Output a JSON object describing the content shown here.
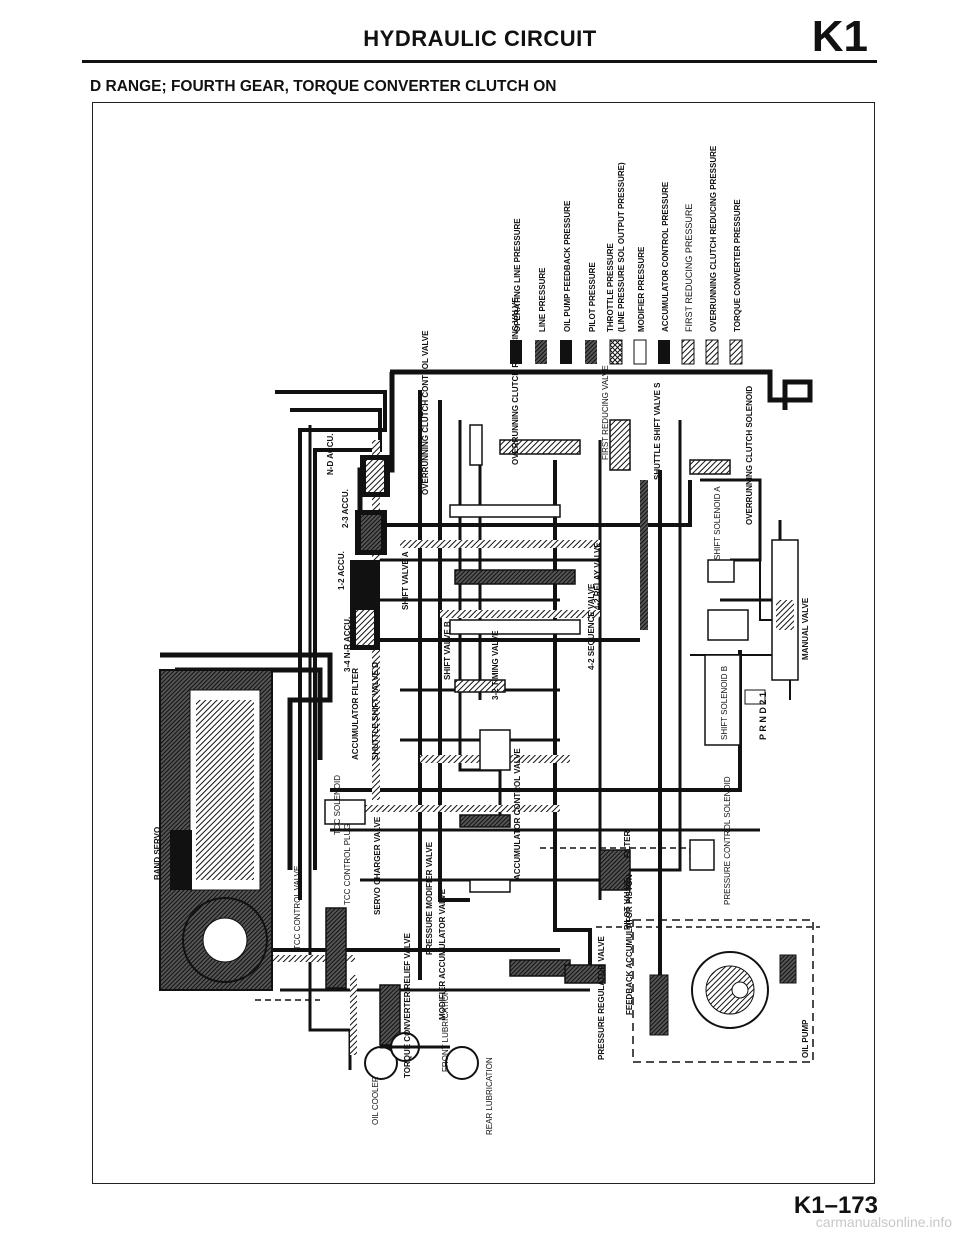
{
  "header": {
    "title": "HYDRAULIC CIRCUIT",
    "section": "K1"
  },
  "subtitle": "D RANGE; FOURTH GEAR, TORQUE CONVERTER CLUTCH ON",
  "legend": [
    {
      "label": "OPERATING LINE PRESSURE",
      "pattern": "solid"
    },
    {
      "label": "LINE PRESSURE",
      "pattern": "dark-hatch"
    },
    {
      "label": "OIL PUMP FEEDBACK PRESSURE",
      "pattern": "solid"
    },
    {
      "label": "PILOT PRESSURE",
      "pattern": "dark-hatch"
    },
    {
      "label": "THROTTLE PRESSURE",
      "pattern": "cross"
    },
    {
      "label": "(LINE PRESSURE SOL OUTPUT PRESSURE)",
      "pattern": "none"
    },
    {
      "label": "MODIFIER PRESSURE",
      "pattern": "empty"
    },
    {
      "label": "ACCUMULATOR CONTROL PRESSURE",
      "pattern": "solid"
    },
    {
      "label": "FIRST REDUCING PRESSURE",
      "pattern": "diag"
    },
    {
      "label": "OVERRUNNING CLUTCH REDUCING PRESSURE",
      "pattern": "diag"
    },
    {
      "label": "TORQUE CONVERTER PRESSURE",
      "pattern": "diag"
    }
  ],
  "components": {
    "band_servo": "BAND SERVO",
    "oil_cooler": "OIL COOLER",
    "rear_lubrication": "REAR LUBRICATION",
    "front_lubrication": "FRONT LUBRICATION",
    "torque_converter_relief": "TORQUE CONVERTER RELIEF VALVE",
    "tcc_control_valve": "TCC CONTROL VALVE",
    "tcc_control_plug": "TCC CONTROL PLUG",
    "tcc_solenoid": "TCC SOLENOID",
    "servo_charger_valve": "SERVO CHARGER VALVE",
    "pressure_modifier_valve": "PRESSURE MODIFIER VALVE",
    "modifier_accumulator_valve": "MODIFIER ACCUMULATOR VALVE",
    "accumulator_filter": "ACCUMULATOR FILTER",
    "shuttle_shift_valve_d": "SHUTTLE SHIFT VALVE D",
    "accu_34_nr": "3-4 N-R ACCU.",
    "accu_12": "1-2 ACCU.",
    "accu_23": "2-3 ACCU.",
    "accu_nd": "N-D ACCU.",
    "shift_valve_a": "SHIFT VALVE A",
    "shift_valve_b": "SHIFT VALVE B",
    "timing_valve_32": "3-2 TIMING VALVE",
    "accumulator_control_valve": "ACCUMULATOR CONTROL VALVE",
    "sequence_valve_42": "4-2 SEQUENCE VALVE",
    "relay_valve_42": "4-2 RELAY VALVE",
    "overrunning_clutch_control_valve": "OVERRUNNING CLUTCH CONTROL VALVE",
    "overrunning_clutch_reducing_valve": "OVERRUNNING CLUTCH REDUCING VALVE",
    "first_reducing_valve": "FIRST REDUCING VALVE",
    "shuttle_shift_valve_s": "SHUTTLE SHIFT VALVE S",
    "overrunning_clutch_solenoid": "OVERRUNNING CLUTCH SOLENOID",
    "shift_solenoid_a": "SHIFT SOLENOID A",
    "shift_solenoid_b": "SHIFT SOLENOID B",
    "manual_valve": "MANUAL VALVE",
    "range_positions": "P R N D 2 1",
    "filter": "FILTER",
    "pilot_valve": "PILOT VALVE",
    "pressure_control_solenoid": "PRESSURE CONTROL SOLENOID",
    "pressure_regulator_valve": "PRESSURE REGULATOR VALVE",
    "feedback_accumulator_piston": "FEEDBACK ACCUMULATOR PISTON",
    "oil_pump": "OIL PUMP"
  },
  "page_number": "K1–173",
  "footer": "carmanualsonline.info"
}
